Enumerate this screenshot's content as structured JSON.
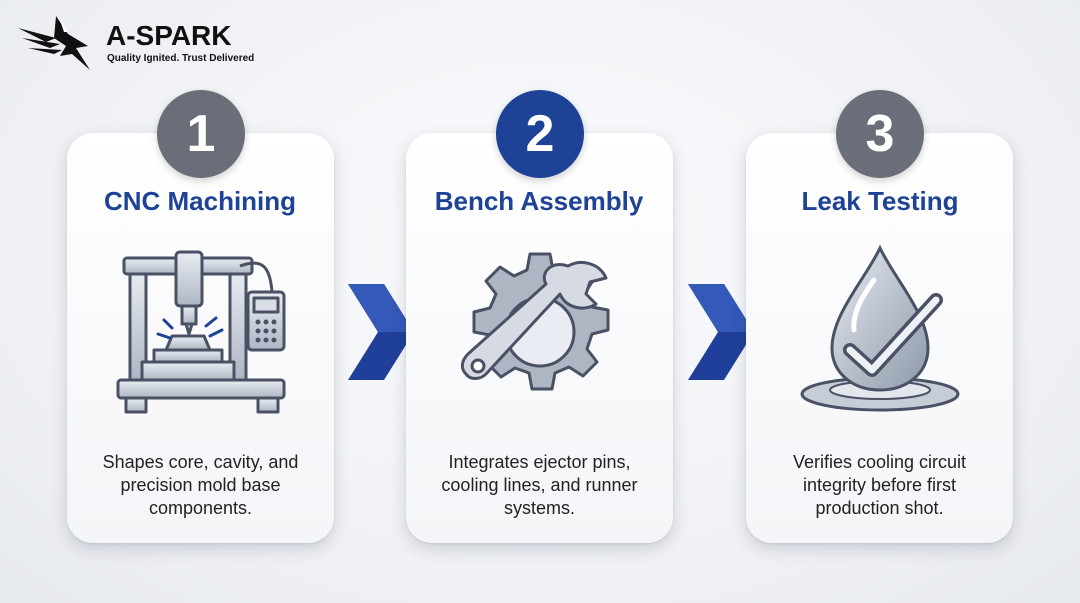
{
  "brand": {
    "name": "A-SPARK",
    "tagline": "Quality Ignited. Trust Delivered",
    "color": "#111111"
  },
  "colors": {
    "accent_blue": "#1d4296",
    "badge_gray": "#6a6e78",
    "arrow_blue": "#1f3f9a"
  },
  "steps": [
    {
      "number": "1",
      "title": "CNC Machining",
      "description": "Shapes core, cavity, and precision mold base components.",
      "icon": "cnc-machine-icon",
      "badge_color": "#6a6e78"
    },
    {
      "number": "2",
      "title": "Bench Assembly",
      "description": "Integrates ejector pins, cooling lines, and runner systems.",
      "icon": "gear-wrench-icon",
      "badge_color": "#1d4296"
    },
    {
      "number": "3",
      "title": "Leak Testing",
      "description": "Verifies cooling circuit integrity before first production shot.",
      "icon": "water-drop-check-icon",
      "badge_color": "#6a6e78"
    }
  ]
}
